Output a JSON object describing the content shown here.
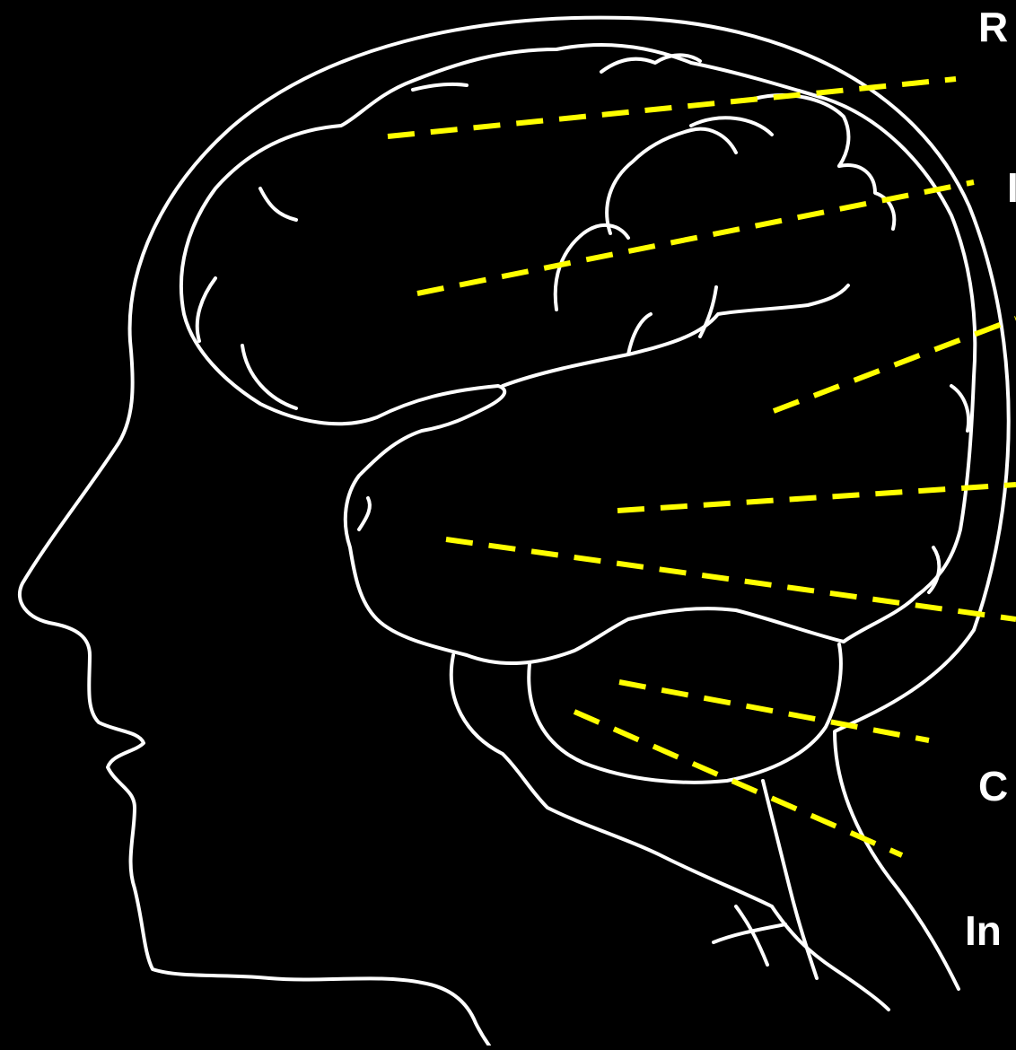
{
  "colors": {
    "background": "#000000",
    "outline": "#ffffff",
    "pointer": "#ffff00",
    "label": "#ffffff"
  },
  "labels": {
    "top": "R",
    "second": "I",
    "middle_lower": "C",
    "bottom": "In"
  }
}
